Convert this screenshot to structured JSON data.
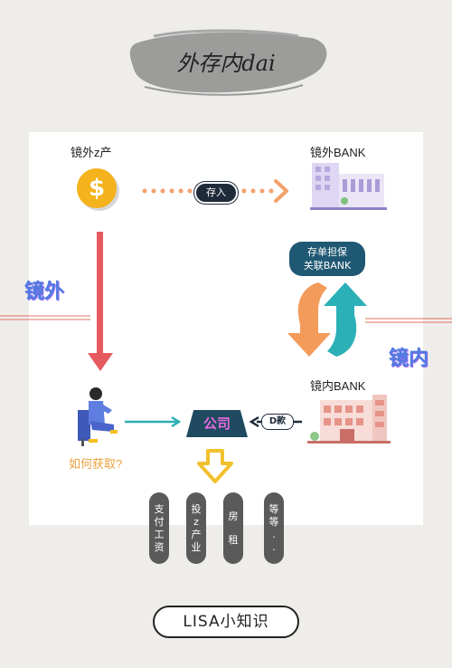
{
  "title": "外存内dai",
  "nodes": {
    "offshore_z": "镜外z产",
    "offshore_bank": "镜外BANK",
    "onshore_bank": "镜内BANK",
    "company": "公司",
    "how_to_get": "如何获取?"
  },
  "edges": {
    "deposit": "存入",
    "pledge_line1": "存单担保",
    "pledge_line2": "关联BANK",
    "d_loan": "D款"
  },
  "side_labels": {
    "offshore": "镜外",
    "onshore": "镜内"
  },
  "uses": [
    [
      "支",
      "付",
      "工",
      "资"
    ],
    [
      "投",
      "z",
      "产",
      "业"
    ],
    [
      "房",
      "租"
    ],
    [
      "等",
      "等",
      ".",
      "."
    ]
  ],
  "footer": "LISA小知识",
  "colors": {
    "coin": "#f4b21c",
    "deposit_dots": "#f3a26b",
    "red_arrow": "#e65a5f",
    "teal": "#2bb0b7",
    "orange_arrow": "#f39b5a",
    "navy": "#1f2b3a"
  },
  "icons": [
    "dollar-coin-icon",
    "bank-building-icon",
    "person-icon",
    "down-chevron-icon"
  ]
}
